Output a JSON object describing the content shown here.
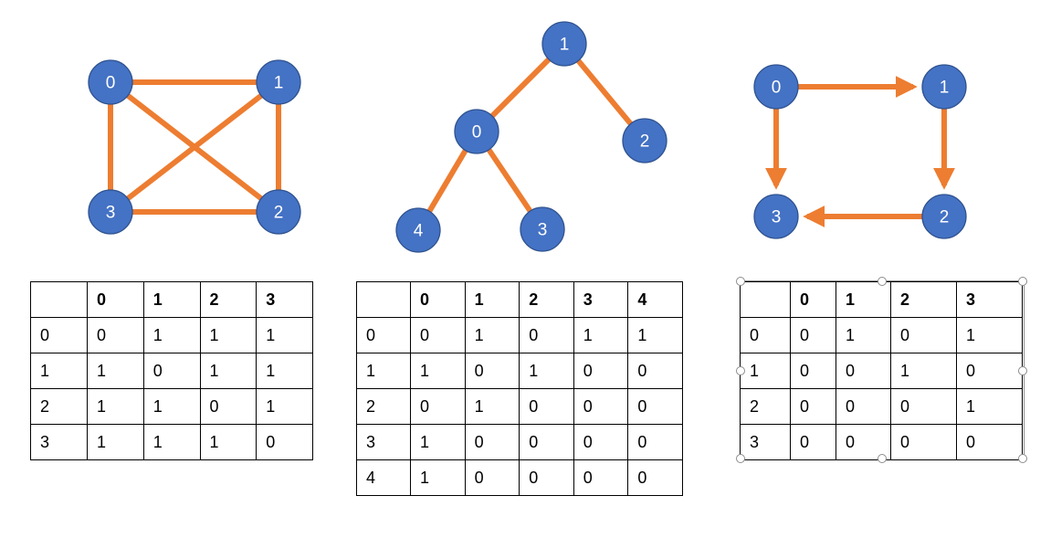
{
  "graphs": [
    {
      "name": "undirected-complete",
      "nodes": [
        "0",
        "1",
        "2",
        "3"
      ],
      "edges": [
        [
          "0",
          "1"
        ],
        [
          "0",
          "2"
        ],
        [
          "0",
          "3"
        ],
        [
          "1",
          "2"
        ],
        [
          "1",
          "3"
        ],
        [
          "2",
          "3"
        ]
      ],
      "directed": false
    },
    {
      "name": "tree",
      "nodes": [
        "1",
        "0",
        "2",
        "4",
        "3"
      ],
      "edges": [
        [
          "1",
          "0"
        ],
        [
          "1",
          "2"
        ],
        [
          "0",
          "4"
        ],
        [
          "0",
          "3"
        ]
      ],
      "directed": false
    },
    {
      "name": "directed-cycle",
      "nodes": [
        "0",
        "1",
        "2",
        "3"
      ],
      "edges": [
        [
          "0",
          "1"
        ],
        [
          "1",
          "2"
        ],
        [
          "2",
          "3"
        ],
        [
          "0",
          "3"
        ]
      ],
      "directed": true
    }
  ],
  "tables": [
    {
      "header": [
        "",
        "0",
        "1",
        "2",
        "3"
      ],
      "rows": [
        [
          "0",
          "0",
          "1",
          "1",
          "1"
        ],
        [
          "1",
          "1",
          "0",
          "1",
          "1"
        ],
        [
          "2",
          "1",
          "1",
          "0",
          "1"
        ],
        [
          "3",
          "1",
          "1",
          "1",
          "0"
        ]
      ]
    },
    {
      "header": [
        "",
        "0",
        "1",
        "2",
        "3",
        "4"
      ],
      "rows": [
        [
          "0",
          "0",
          "1",
          "0",
          "1",
          "1"
        ],
        [
          "1",
          "1",
          "0",
          "1",
          "0",
          "0"
        ],
        [
          "2",
          "0",
          "1",
          "0",
          "0",
          "0"
        ],
        [
          "3",
          "1",
          "0",
          "0",
          "0",
          "0"
        ],
        [
          "4",
          "1",
          "0",
          "0",
          "0",
          "0"
        ]
      ]
    },
    {
      "header": [
        "",
        "0",
        "1",
        "2",
        "3"
      ],
      "rows": [
        [
          "0",
          "0",
          "1",
          "0",
          "1"
        ],
        [
          "1",
          "0",
          "0",
          "1",
          "0"
        ],
        [
          "2",
          "0",
          "0",
          "0",
          "1"
        ],
        [
          "3",
          "0",
          "0",
          "0",
          "0"
        ]
      ]
    }
  ],
  "colors": {
    "node_fill": "#4472c4",
    "node_stroke": "#2f528f",
    "edge": "#ed7d31",
    "node_text": "#ffffff"
  }
}
